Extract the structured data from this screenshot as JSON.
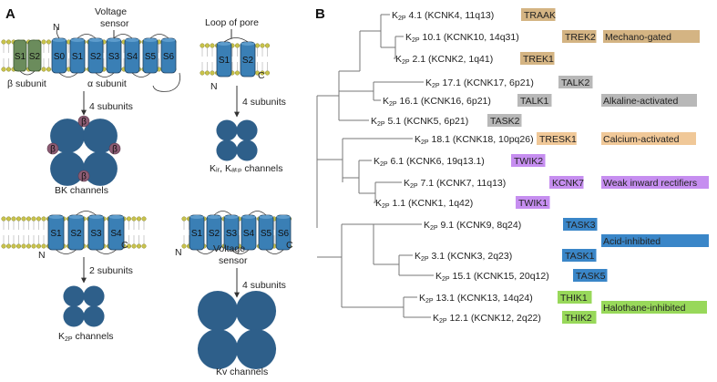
{
  "panels": {
    "a": "A",
    "b": "B"
  },
  "colors": {
    "channel": "#2e5f8a",
    "helix": "#3a7fb5",
    "beta": "#6b8c5c",
    "beta_dot": "#8c5c74",
    "lipid": "#c8c34a",
    "mechano": "#d4b483",
    "alkaline": "#b8b8b8",
    "calcium": "#f0c898",
    "weak": "#c68ef0",
    "acid": "#3a86c8",
    "halothane": "#98d85a"
  },
  "left": {
    "bk": {
      "voltage_sensor": "Voltage\nsensor",
      "n": "N",
      "beta_subunit": "β subunit",
      "alpha_subunit": "α subunit",
      "helices": [
        "S0",
        "S1",
        "S2",
        "S3",
        "S4",
        "S5",
        "S6"
      ],
      "beta_helices": [
        "S1",
        "S2"
      ],
      "subunits": "4 subunits",
      "beta_letter": "β",
      "label": "BK channels"
    },
    "k2p": {
      "helices": [
        "S1",
        "S2",
        "S3",
        "S4"
      ],
      "n": "N",
      "c": "C",
      "subunits": "2 subunits",
      "label_main": "K",
      "label_sub": "2P",
      "label_rest": " channels"
    },
    "kir": {
      "loop": "Loop of pore",
      "helices": [
        "S1",
        "S2"
      ],
      "n": "N",
      "c": "C",
      "subunits": "4 subunits",
      "label": "Kᵢᵣ, Kₐₜₚ channels"
    },
    "kv": {
      "helices": [
        "S1",
        "S2",
        "S3",
        "S4",
        "S5",
        "S6"
      ],
      "voltage_sensor": "Voltage\nsensor",
      "n": "N",
      "c": "C",
      "subunits": "4 subunits",
      "label": "Kv channels"
    }
  },
  "tree": {
    "leaves": [
      {
        "num": "4.1",
        "gene": "(KCNK4, 11q13)",
        "tag": "TRAAK",
        "tag_color": "mechano"
      },
      {
        "num": "10.1",
        "gene": "(KCNK10, 14q31)",
        "tag": "TREK2",
        "tag_color": "mechano"
      },
      {
        "num": "2.1",
        "gene": "(KCNK2, 1q41)",
        "tag": "TREK1",
        "tag_color": "mechano"
      },
      {
        "num": "17.1",
        "gene": "(KCNK17, 6p21)",
        "tag": "TALK2",
        "tag_color": "alkaline"
      },
      {
        "num": "16.1",
        "gene": "(KCNK16, 6p21)",
        "tag": "TALK1",
        "tag_color": "alkaline"
      },
      {
        "num": "5.1",
        "gene": "(KCNK5, 6p21)",
        "tag": "TASK2",
        "tag_color": "alkaline"
      },
      {
        "num": "18.1",
        "gene": "(KCNK18, 10pq26)",
        "tag": "TRESK1",
        "tag_color": "calcium"
      },
      {
        "num": "6.1",
        "gene": "(KCNK6, 19q13.1)",
        "tag": "TWIK2",
        "tag_color": "weak"
      },
      {
        "num": "7.1",
        "gene": "(KCNK7, 11q13)",
        "tag": "KCNK7",
        "tag_color": "weak"
      },
      {
        "num": "1.1",
        "gene": "(KCNK1, 1q42)",
        "tag": "TWIK1",
        "tag_color": "weak"
      },
      {
        "num": "9.1",
        "gene": "(KCNK9, 8q24)",
        "tag": "TASK3",
        "tag_color": "acid"
      },
      {
        "num": "3.1",
        "gene": "(KCNK3, 2q23)",
        "tag": "TASK1",
        "tag_color": "acid"
      },
      {
        "num": "15.1",
        "gene": "(KCNK15, 20q12)",
        "tag": "TASK5",
        "tag_color": "acid"
      },
      {
        "num": "13.1",
        "gene": "(KCNK13, 14q24)",
        "tag": "THIK1",
        "tag_color": "halothane"
      },
      {
        "num": "12.1",
        "gene": "(KCNK12, 2q22)",
        "tag": "THIK2",
        "tag_color": "halothane"
      }
    ],
    "prefix_main": "K",
    "prefix_sub": "2P",
    "groups": [
      {
        "label": "Mechano-gated",
        "color": "mechano"
      },
      {
        "label": "Alkaline-activated",
        "color": "alkaline"
      },
      {
        "label": "Calcium-activated",
        "color": "calcium"
      },
      {
        "label": "Weak inward rectifiers",
        "color": "weak"
      },
      {
        "label": "Acid-inhibited",
        "color": "acid"
      },
      {
        "label": "Halothane-inhibited",
        "color": "halothane"
      }
    ]
  }
}
